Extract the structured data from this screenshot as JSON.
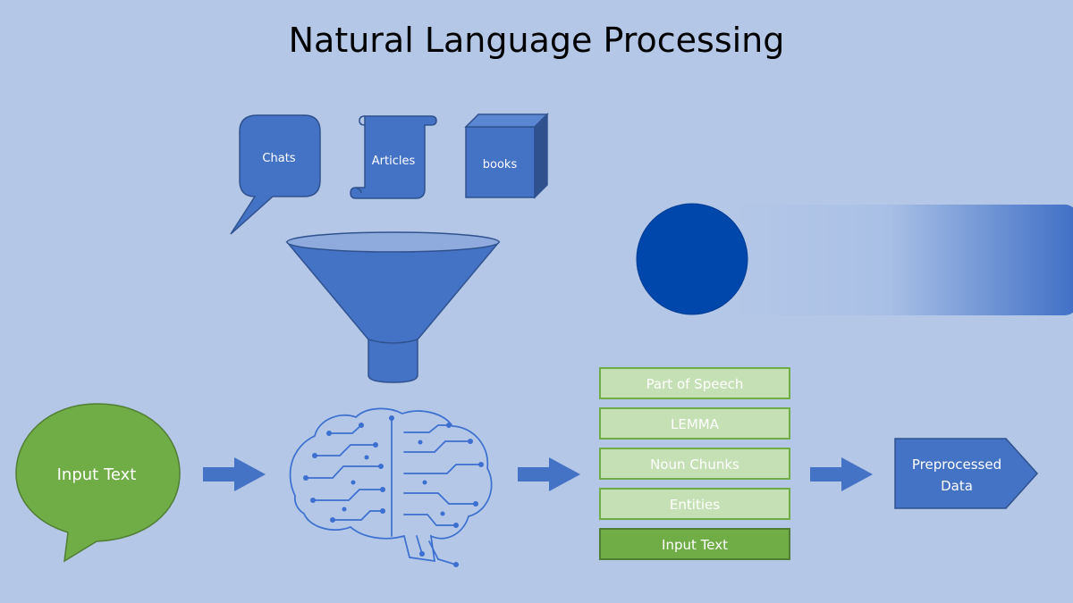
{
  "slide": {
    "title": "Natural Language Processing"
  },
  "sources": {
    "chats": "Chats",
    "articles": "Articles",
    "books": "books"
  },
  "input_bubble": {
    "label": "Input Text"
  },
  "pipeline": {
    "stack": [
      "Part of Speech",
      "LEMMA",
      "Noun Chunks",
      "Entities",
      "Input Text"
    ],
    "output": {
      "line1": "Preprocessed",
      "line2": "Data"
    }
  },
  "colors": {
    "background": "#b4c7e7",
    "shape_blue": "#4472c4",
    "shape_border": "#2f528f",
    "circle_blue": "#0047ab",
    "bubble_green": "#70ad47",
    "stack_light_green": "#c5e0b4",
    "stack_dark_green": "#70ad47"
  },
  "icons": {
    "chats": "speech-bubble-icon",
    "articles": "scroll-icon",
    "books": "cube-icon",
    "funnel": "funnel-icon",
    "brain": "circuit-brain-icon",
    "arrow": "right-arrow-icon"
  }
}
